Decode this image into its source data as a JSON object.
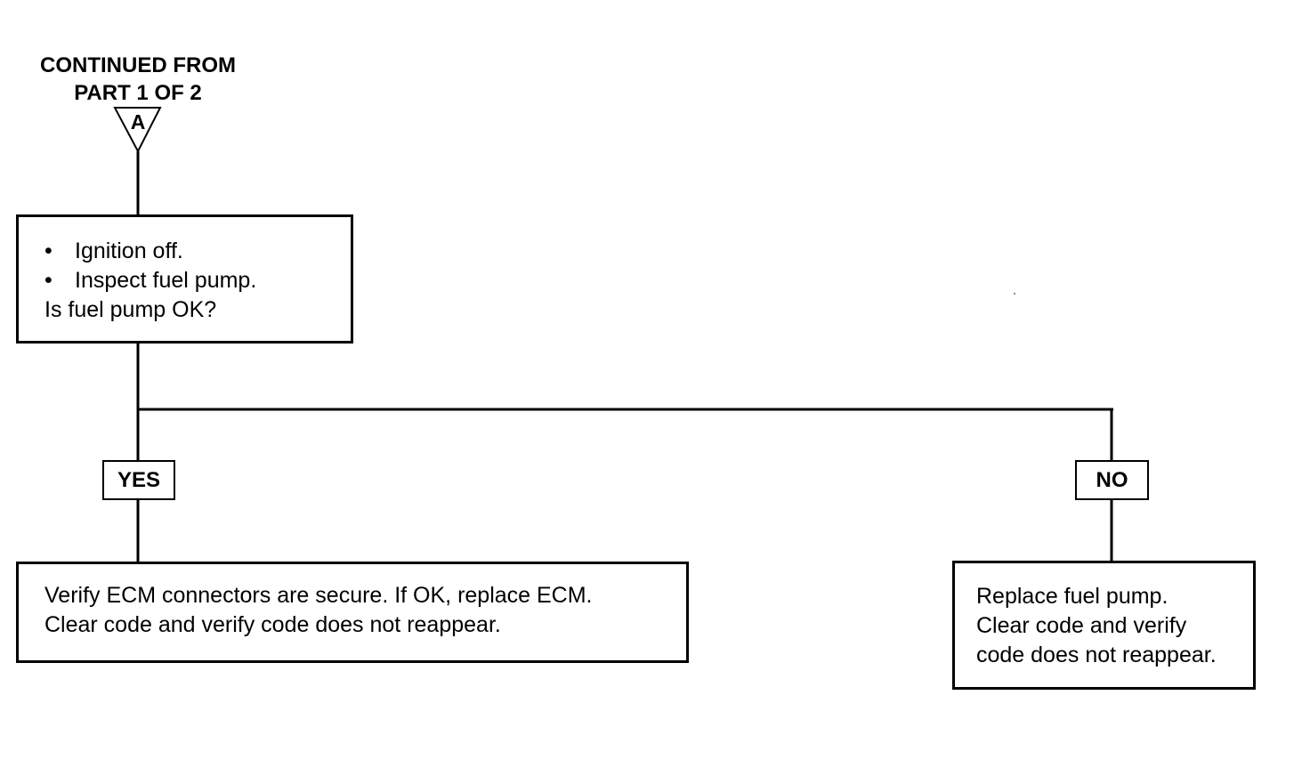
{
  "continued": {
    "line1": "CONTINUED FROM",
    "line2": "PART 1 OF 2",
    "marker": "A"
  },
  "question_box": {
    "bullets": [
      "Ignition off.",
      "Inspect fuel pump."
    ],
    "bullet_symbol": "•",
    "question": "Is fuel pump OK?"
  },
  "answers": {
    "yes": "YES",
    "no": "NO"
  },
  "yes_result": {
    "lines": [
      "Verify ECM connectors are secure. If OK, replace ECM.",
      "Clear code and verify code does not reappear."
    ]
  },
  "no_result": {
    "lines": [
      "Replace fuel pump.",
      "Clear code and verify",
      "code does not reappear."
    ]
  },
  "colors": {
    "line": "#000000",
    "background": "#ffffff"
  }
}
